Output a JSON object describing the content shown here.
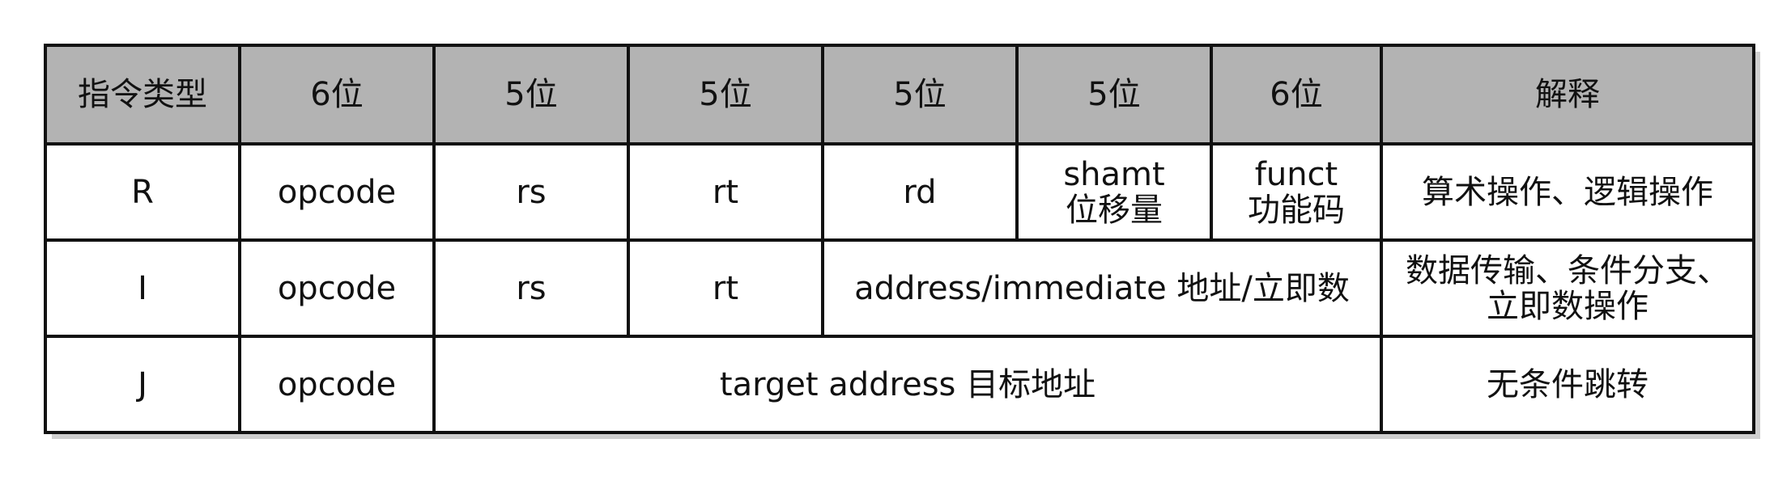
{
  "header": [
    "指令类型",
    "6位",
    "5位",
    "5位",
    "5位",
    "5位",
    "6位",
    "解释"
  ],
  "rows": {
    "r": {
      "type": "R",
      "opcode": "opcode",
      "rs": "rs",
      "rt": "rt",
      "rd": "rd",
      "shamt": "shamt",
      "shamt_cn": "位移量",
      "funct": "funct",
      "funct_cn": "功能码",
      "desc": "算术操作、逻辑操作"
    },
    "i": {
      "type": "I",
      "opcode": "opcode",
      "rs": "rs",
      "rt": "rt",
      "address": "address/immediate 地址/立即数",
      "desc_line1": "数据传输、条件分支、",
      "desc_line2": "立即数操作"
    },
    "j": {
      "type": "J",
      "opcode": "opcode",
      "target": "target address 目标地址",
      "desc": "无条件跳转"
    }
  }
}
